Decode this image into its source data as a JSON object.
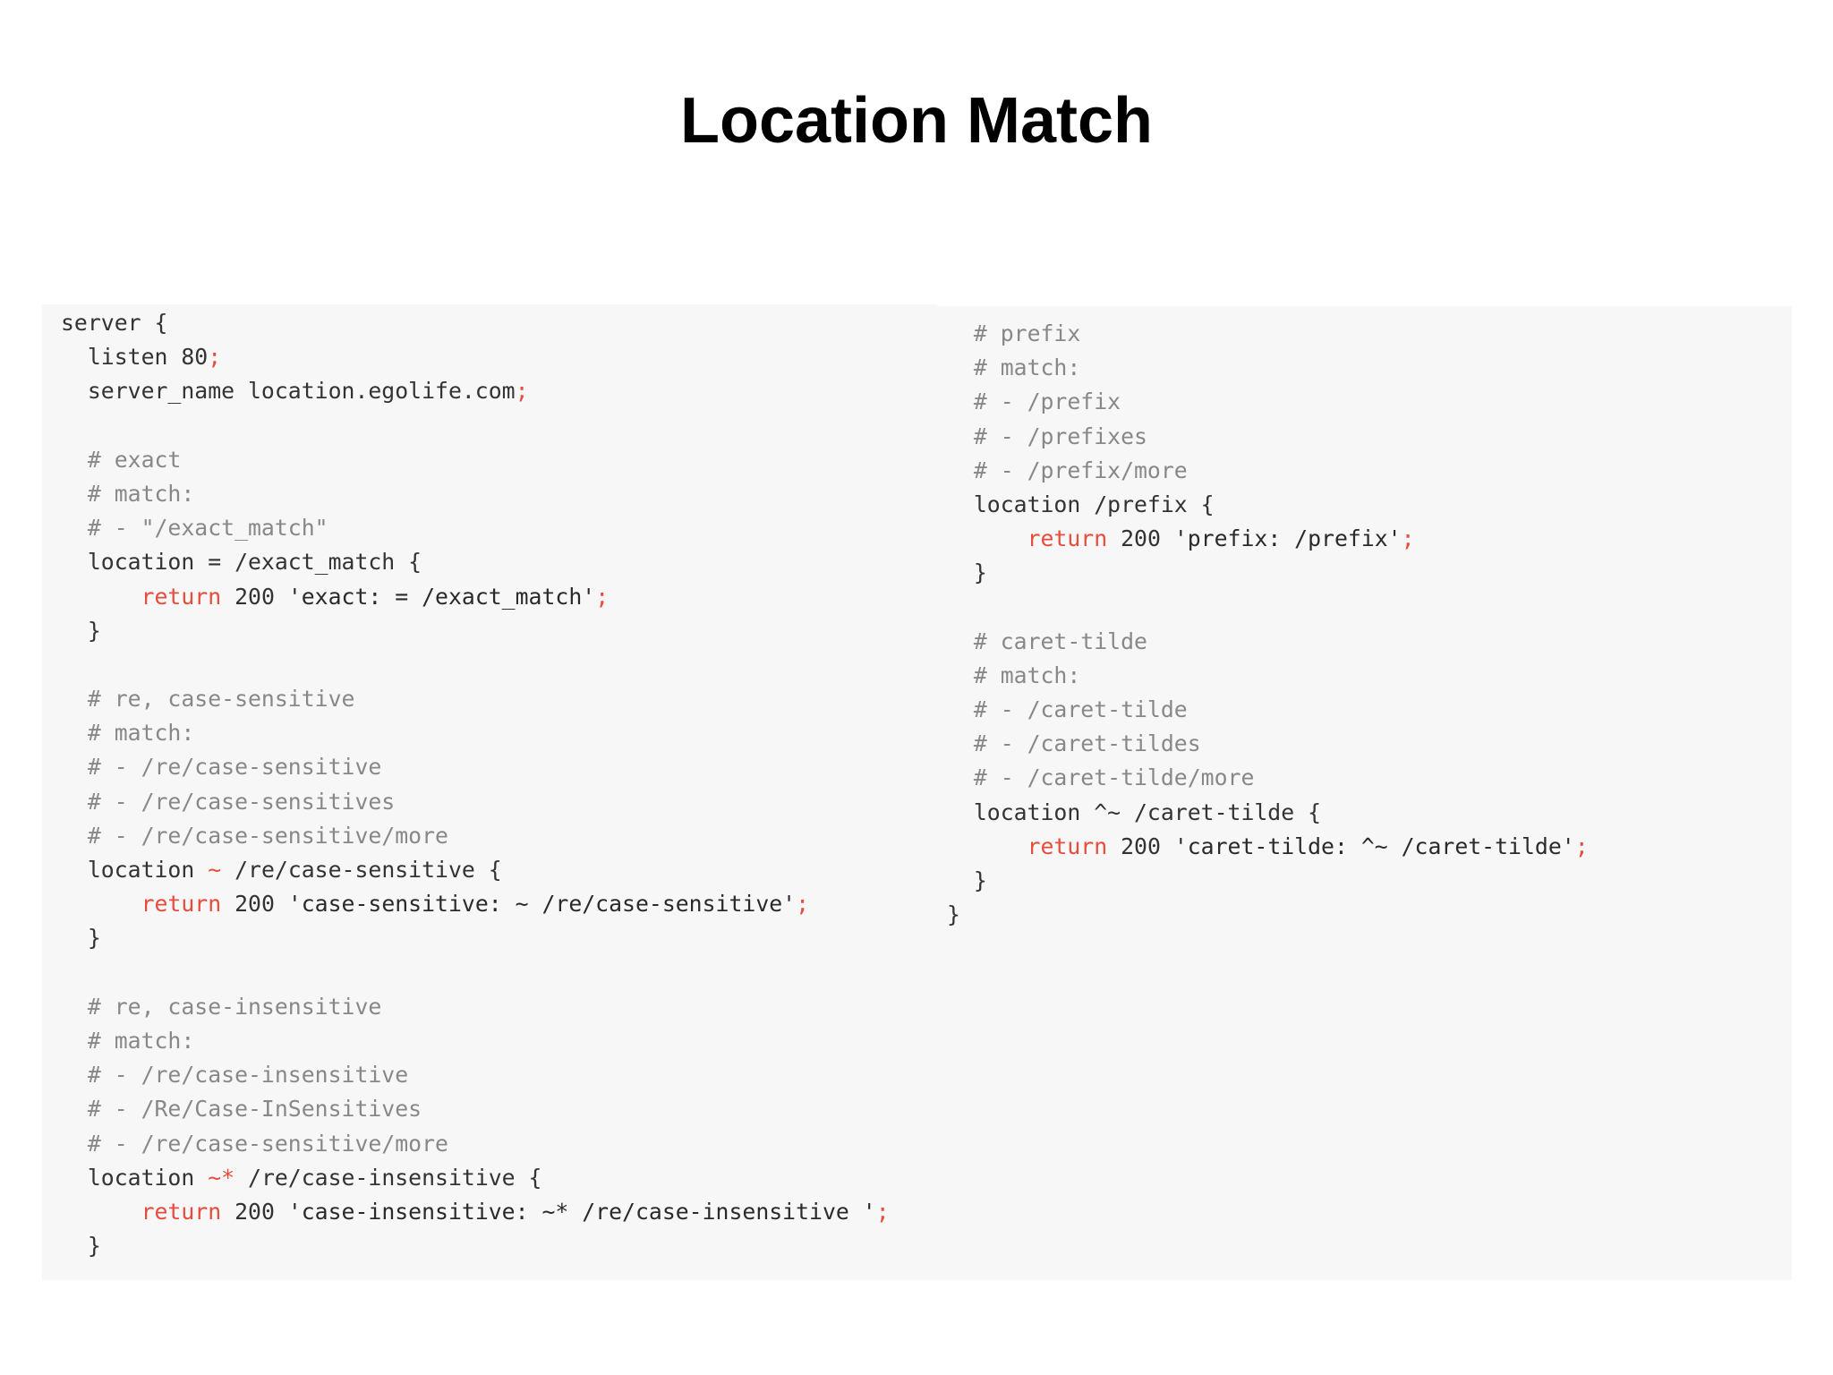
{
  "title": "Location Match",
  "colors": {
    "background": "#ffffff",
    "code_background": "#f7f7f7",
    "plain_text": "#333333",
    "comment": "#888888",
    "return_keyword": "#e74c3c",
    "operator": "#e74c3c"
  },
  "code": {
    "left": [
      [
        [
          "plain",
          "server {"
        ]
      ],
      [
        [
          "plain",
          "  listen 80"
        ],
        [
          "op",
          ";"
        ]
      ],
      [
        [
          "plain",
          "  server_name location.egolife.com"
        ],
        [
          "op",
          ";"
        ]
      ],
      [
        [
          "plain",
          ""
        ]
      ],
      [
        [
          "plain",
          "  "
        ],
        [
          "comment",
          "# exact"
        ]
      ],
      [
        [
          "plain",
          "  "
        ],
        [
          "comment",
          "# match:"
        ]
      ],
      [
        [
          "plain",
          "  "
        ],
        [
          "comment",
          "# - \"/exact_match\""
        ]
      ],
      [
        [
          "plain",
          "  location = /exact_match {"
        ]
      ],
      [
        [
          "plain",
          "      "
        ],
        [
          "return",
          "return"
        ],
        [
          "plain",
          " 200 "
        ],
        [
          "string",
          "'exact: = /exact_match'"
        ],
        [
          "op",
          ";"
        ]
      ],
      [
        [
          "plain",
          "  }"
        ]
      ],
      [
        [
          "plain",
          ""
        ]
      ],
      [
        [
          "plain",
          "  "
        ],
        [
          "comment",
          "# re, case-sensitive"
        ]
      ],
      [
        [
          "plain",
          "  "
        ],
        [
          "comment",
          "# match:"
        ]
      ],
      [
        [
          "plain",
          "  "
        ],
        [
          "comment",
          "# - /re/case-sensitive"
        ]
      ],
      [
        [
          "plain",
          "  "
        ],
        [
          "comment",
          "# - /re/case-sensitives"
        ]
      ],
      [
        [
          "plain",
          "  "
        ],
        [
          "comment",
          "# - /re/case-sensitive/more"
        ]
      ],
      [
        [
          "plain",
          "  location "
        ],
        [
          "op",
          "~"
        ],
        [
          "plain",
          " /re/case-sensitive {"
        ]
      ],
      [
        [
          "plain",
          "      "
        ],
        [
          "return",
          "return"
        ],
        [
          "plain",
          " 200 "
        ],
        [
          "string",
          "'case-sensitive: ~ /re/case-sensitive'"
        ],
        [
          "op",
          ";"
        ]
      ],
      [
        [
          "plain",
          "  }"
        ]
      ],
      [
        [
          "plain",
          ""
        ]
      ],
      [
        [
          "plain",
          "  "
        ],
        [
          "comment",
          "# re, case-insensitive"
        ]
      ],
      [
        [
          "plain",
          "  "
        ],
        [
          "comment",
          "# match:"
        ]
      ],
      [
        [
          "plain",
          "  "
        ],
        [
          "comment",
          "# - /re/case-insensitive"
        ]
      ],
      [
        [
          "plain",
          "  "
        ],
        [
          "comment",
          "# - /Re/Case-InSensitives"
        ]
      ],
      [
        [
          "plain",
          "  "
        ],
        [
          "comment",
          "# - /re/case-sensitive/more"
        ]
      ],
      [
        [
          "plain",
          "  location "
        ],
        [
          "op",
          "~*"
        ],
        [
          "plain",
          " /re/case-insensitive {"
        ]
      ],
      [
        [
          "plain",
          "      "
        ],
        [
          "return",
          "return"
        ],
        [
          "plain",
          " 200 "
        ],
        [
          "string",
          "'case-insensitive: ~* /re/case-insensitive '"
        ],
        [
          "op",
          ";"
        ]
      ],
      [
        [
          "plain",
          "  }"
        ]
      ]
    ],
    "right": [
      [
        [
          "plain",
          "  "
        ],
        [
          "comment",
          "# prefix"
        ]
      ],
      [
        [
          "plain",
          "  "
        ],
        [
          "comment",
          "# match:"
        ]
      ],
      [
        [
          "plain",
          "  "
        ],
        [
          "comment",
          "# - /prefix"
        ]
      ],
      [
        [
          "plain",
          "  "
        ],
        [
          "comment",
          "# - /prefixes"
        ]
      ],
      [
        [
          "plain",
          "  "
        ],
        [
          "comment",
          "# - /prefix/more"
        ]
      ],
      [
        [
          "plain",
          "  location /prefix {"
        ]
      ],
      [
        [
          "plain",
          "      "
        ],
        [
          "return",
          "return"
        ],
        [
          "plain",
          " 200 "
        ],
        [
          "string",
          "'prefix: /prefix'"
        ],
        [
          "op",
          ";"
        ]
      ],
      [
        [
          "plain",
          "  }"
        ]
      ],
      [
        [
          "plain",
          ""
        ]
      ],
      [
        [
          "plain",
          "  "
        ],
        [
          "comment",
          "# caret-tilde"
        ]
      ],
      [
        [
          "plain",
          "  "
        ],
        [
          "comment",
          "# match:"
        ]
      ],
      [
        [
          "plain",
          "  "
        ],
        [
          "comment",
          "# - /caret-tilde"
        ]
      ],
      [
        [
          "plain",
          "  "
        ],
        [
          "comment",
          "# - /caret-tildes"
        ]
      ],
      [
        [
          "plain",
          "  "
        ],
        [
          "comment",
          "# - /caret-tilde/more"
        ]
      ],
      [
        [
          "plain",
          "  location ^~ /caret-tilde {"
        ]
      ],
      [
        [
          "plain",
          "      "
        ],
        [
          "return",
          "return"
        ],
        [
          "plain",
          " 200 "
        ],
        [
          "string",
          "'caret-tilde: ^~ /caret-tilde'"
        ],
        [
          "op",
          ";"
        ]
      ],
      [
        [
          "plain",
          "  }"
        ]
      ],
      [
        [
          "plain",
          "}"
        ]
      ]
    ]
  }
}
